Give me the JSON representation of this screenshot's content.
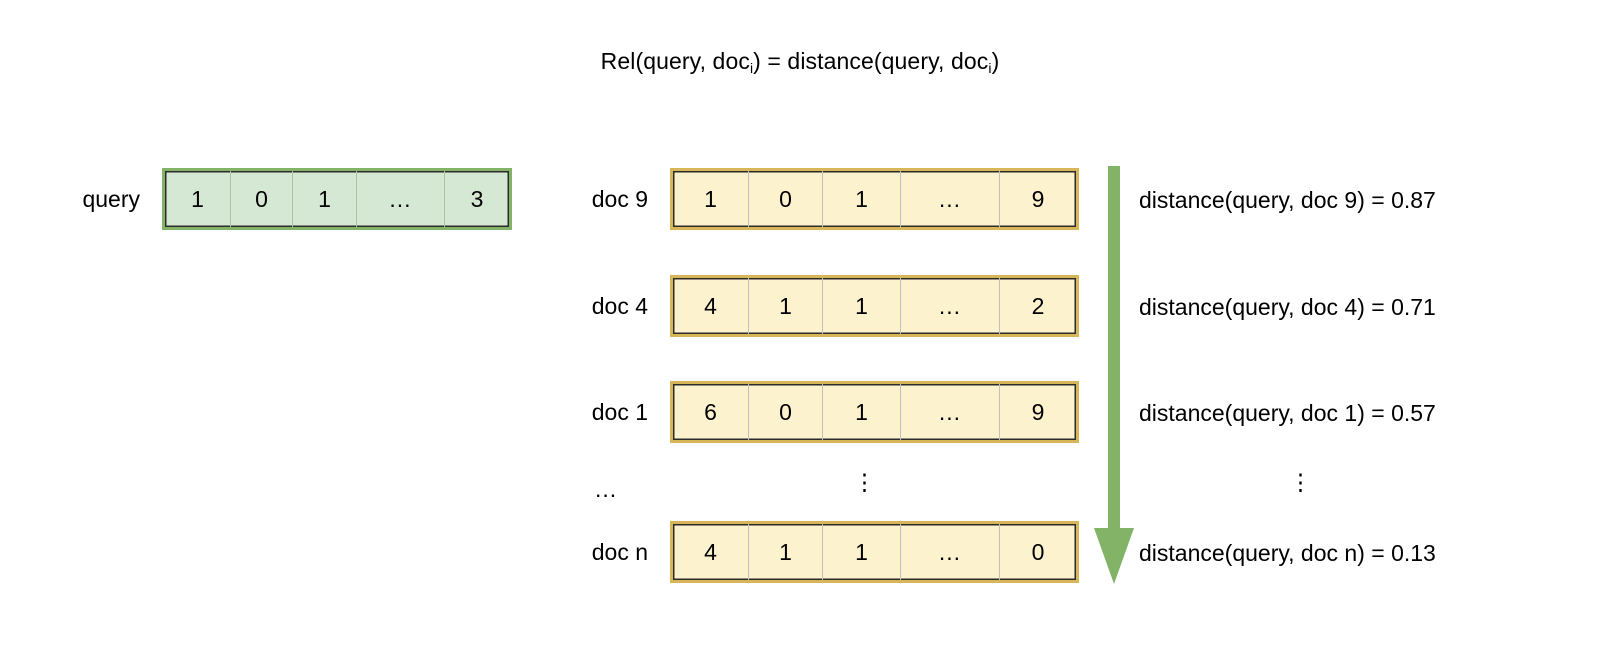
{
  "diagram": {
    "title": {
      "prefix": "Rel(query, doc",
      "sub1": "i",
      "middle": ") = distance(query, doc",
      "sub2": "i",
      "suffix": ")",
      "plain": "Rel(query, doc_i) = distance(query, doc_i)"
    },
    "colors": {
      "query_fill": "#d5e8d4",
      "query_border": "#82b366",
      "doc_fill": "#fdf2ce",
      "doc_border": "#d6b656",
      "arrow": "#82b366",
      "inner_border": "#2b2b2b",
      "text": "#000000",
      "background": "#ffffff"
    },
    "query": {
      "label": "query",
      "cells": [
        "1",
        "0",
        "1",
        "...",
        "3"
      ]
    },
    "docs": [
      {
        "label": "doc 9",
        "cells": [
          "1",
          "0",
          "1",
          "...",
          "9"
        ],
        "distance_text": "distance(query, doc 9) = 0.87",
        "distance_value": 0.87
      },
      {
        "label": "doc 4",
        "cells": [
          "4",
          "1",
          "1",
          "...",
          "2"
        ],
        "distance_text": "distance(query, doc 4) = 0.71",
        "distance_value": 0.71
      },
      {
        "label": "doc 1",
        "cells": [
          "6",
          "0",
          "1",
          "...",
          "9"
        ],
        "distance_text": "distance(query, doc 1) = 0.57",
        "distance_value": 0.57
      },
      {
        "label": "doc n",
        "cells": [
          "4",
          "1",
          "1",
          "...",
          "0"
        ],
        "distance_text": "distance(query, doc n) = 0.13",
        "distance_value": 0.13
      }
    ],
    "ellipsis": {
      "label_ellipsis": "...",
      "vector_ellipsis": "⋮",
      "distance_ellipsis": "⋮"
    },
    "arrow": {
      "name": "ranking-arrow",
      "direction": "down"
    }
  }
}
